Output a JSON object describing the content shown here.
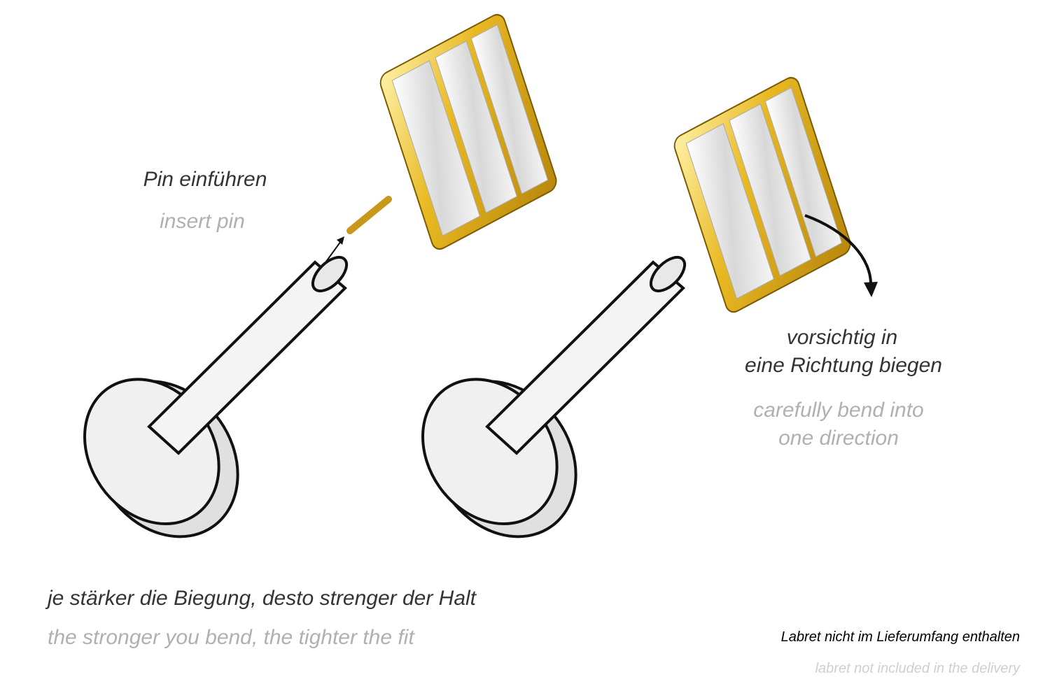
{
  "step1": {
    "de": "Pin einführen",
    "en": "insert pin"
  },
  "step2": {
    "de_line1": "vorsichtig in",
    "de_line2": "eine Richtung biegen",
    "en_line1": "carefully bend into",
    "en_line2": "one direction"
  },
  "tip": {
    "de": "je stärker die Biegung, desto strenger der Halt",
    "en": "the stronger you bend, the tighter the fit"
  },
  "note": {
    "de": "Labret nicht im Lieferumfang enthalten",
    "en": "labret not included in the delivery"
  },
  "colors": {
    "gold": "#e8b923",
    "outline": "#111111",
    "metal": "#e6e6e6"
  }
}
